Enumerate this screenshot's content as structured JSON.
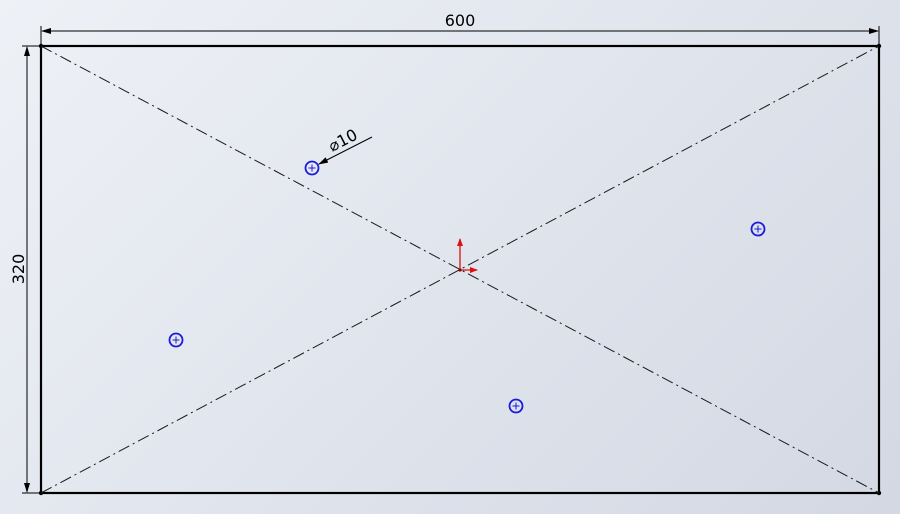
{
  "sketch": {
    "width_dimension": "600",
    "height_dimension": "320",
    "hole_diameter_label": "⌀10",
    "hole_count": 4
  },
  "colors": {
    "background": "#e2e6ee",
    "outline": "#000000",
    "centerline": "#1a1a1a",
    "hole": "#1a1adb",
    "origin_axis": "#e01010"
  },
  "icons": {
    "origin": "sketch-origin-icon",
    "hole_center": "crosshair-icon"
  }
}
